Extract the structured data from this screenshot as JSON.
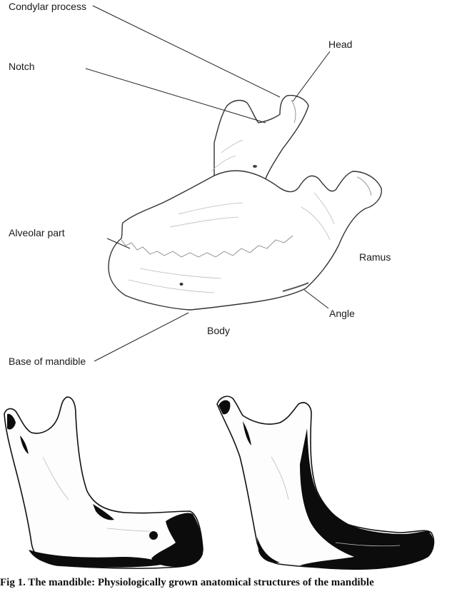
{
  "labels": {
    "condylar_process": "Condylar process",
    "head": "Head",
    "notch": "Notch",
    "alveolar_part": "Alveolar part",
    "ramus": "Ramus",
    "angle": "Angle",
    "body": "Body",
    "base_of_mandible": "Base of mandible"
  },
  "caption": "Fig 1.  The mandible: Physiologically grown anatomical structures of the mandible"
}
